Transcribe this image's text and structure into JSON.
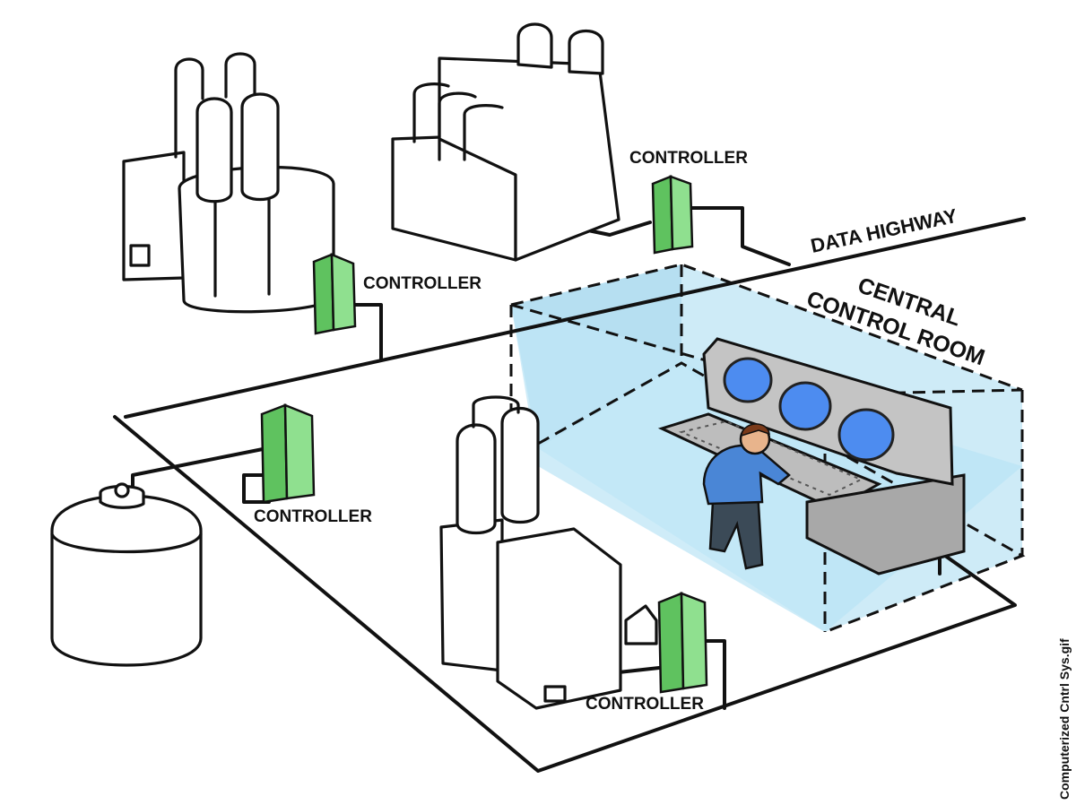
{
  "labels": {
    "data_highway": "DATA HIGHWAY",
    "central_1": "CENTRAL",
    "central_2": "CONTROL ROOM",
    "controller_top": "CONTROLLER",
    "controller_mid": "CONTROLLER",
    "controller_left": "CONTROLLER",
    "controller_bottom": "CONTROLLER",
    "caption": "Computerized Cntrl Sys.gif"
  },
  "colors": {
    "controller_fill": "#7ed87e",
    "controller_dark": "#3ea33e",
    "room_fill": "#bfe6f5",
    "room_wall": "#a9d9ee",
    "console_gray": "#bdbdbd",
    "console_dark": "#8c8c8c",
    "screen_blue": "#4d8cf0",
    "shirt_blue": "#4a86d6",
    "pants": "#3b4a57",
    "line": "#111111"
  }
}
